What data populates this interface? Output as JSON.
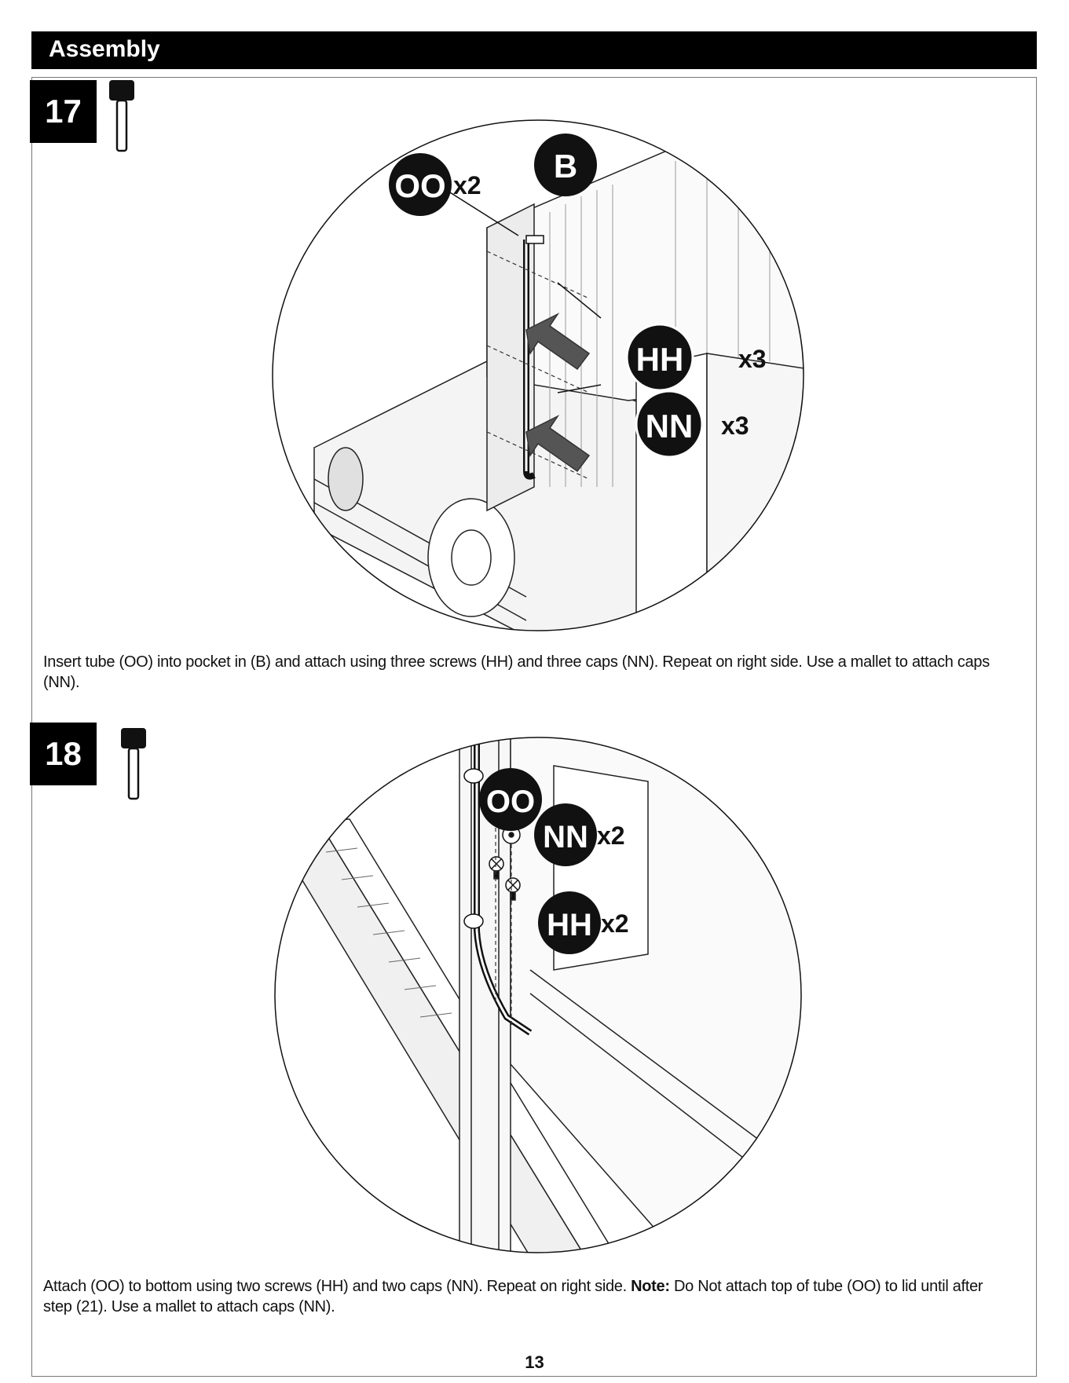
{
  "header": {
    "title": "Assembly"
  },
  "steps": [
    {
      "number": "17",
      "callouts": {
        "tube": "OO",
        "tube_qty": "x2",
        "body": "B",
        "screw": "HH",
        "screw_qty": "x3",
        "cap": "NN",
        "cap_qty": "x3"
      },
      "caption": "Insert tube (OO) into pocket in (B) and attach using three screws (HH) and three caps (NN). Repeat on right side. Use a mallet to attach caps (NN)."
    },
    {
      "number": "18",
      "callouts": {
        "tube": "OO",
        "cap": "NN",
        "cap_qty": "x2",
        "screw": "HH",
        "screw_qty": "x2"
      },
      "caption_before": "Attach (OO) to bottom using two screws (HH) and two caps (NN). Repeat on right side. ",
      "caption_note_label": "Note:",
      "caption_after": " Do Not attach top of tube (OO) to lid until after step (21). Use a mallet to attach caps (NN)."
    }
  ],
  "footer": {
    "page_number": "13"
  },
  "icons": {
    "tool": "mallet-icon"
  }
}
